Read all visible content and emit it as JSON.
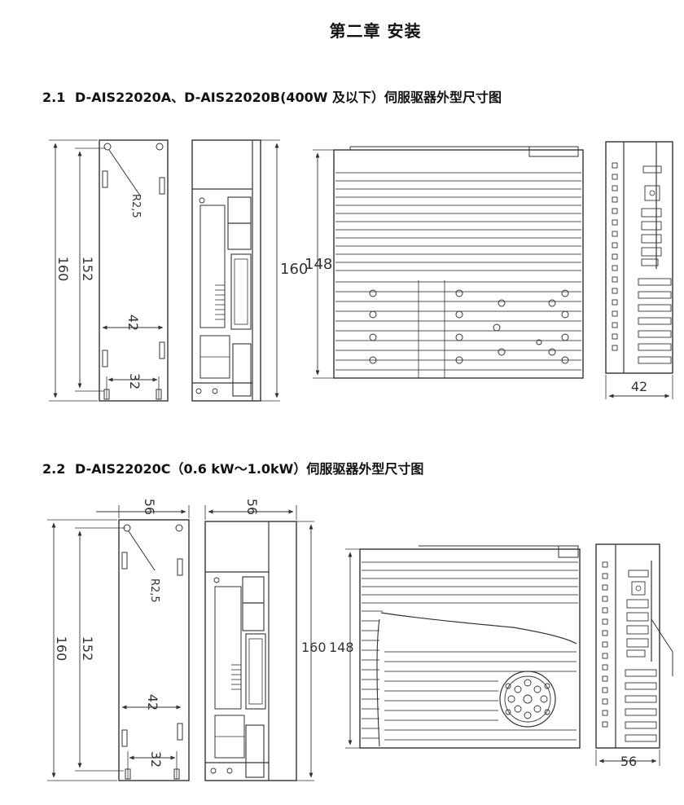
{
  "chapter_title": "第二章 安装",
  "sections": [
    {
      "number": "2.1",
      "title": "D-AIS22020A、D-AIS22020B(400W 及以下）伺服驱器外型尺寸图",
      "dims": {
        "height": "160",
        "hole_span": "152",
        "hole_width": "42",
        "hole_pitch": "32",
        "radius": "R2,5",
        "side_height": "160",
        "top_depth": "148",
        "back_width": "42"
      }
    },
    {
      "number": "2.2",
      "title": "D-AIS22020C（0.6 kW～1.0kW）伺服驱器外型尺寸图",
      "dims": {
        "height": "160",
        "hole_span": "152",
        "hole_width": "42",
        "hole_pitch": "32",
        "radius": "R2,5",
        "front_width": "56",
        "side_width": "56",
        "side_height": "160",
        "top_depth": "148",
        "back_width": "56"
      }
    }
  ]
}
